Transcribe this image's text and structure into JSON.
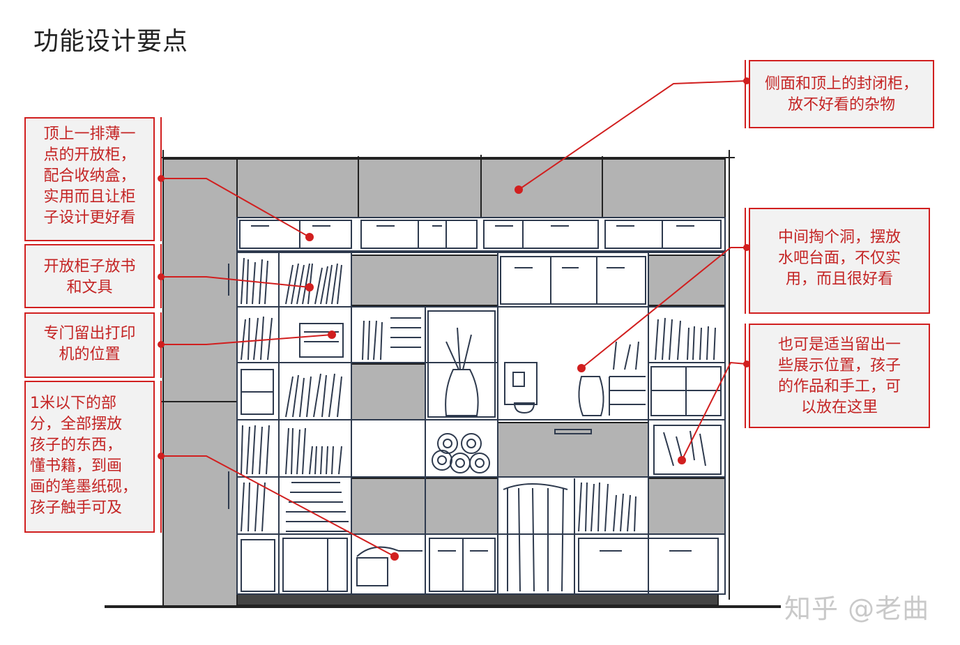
{
  "title": "功能设计要点",
  "annotations": [
    {
      "id": "top-open-cabinet",
      "lines": [
        "顶上一排薄一",
        "点的开放柜，",
        "配合收纳盒，",
        "实用而且让柜",
        "子设计更好看"
      ]
    },
    {
      "id": "open-bookshelf",
      "lines": [
        "开放柜子放书",
        "和文具"
      ]
    },
    {
      "id": "printer-spot",
      "lines": [
        "专门留出打印",
        "机的位置"
      ]
    },
    {
      "id": "kids-zone",
      "lines": [
        "1米以下的部",
        "分，全部摆放",
        "孩子的东西，",
        "懂书籍，到画",
        "画的笔墨纸砚，",
        "孩子触手可及"
      ]
    },
    {
      "id": "closed-cabinet",
      "lines": [
        "侧面和顶上的封闭柜，",
        "放不好看的杂物"
      ]
    },
    {
      "id": "water-bar",
      "lines": [
        "中间掏个洞，摆放",
        "水吧台面，不仅实",
        "用，而且很好看"
      ]
    },
    {
      "id": "display-area",
      "lines": [
        "也可是适当留出一",
        "些展示位置，孩子",
        "的作品和手工，可",
        "以放在这里"
      ]
    }
  ],
  "watermark": "知乎 @老曲",
  "colors": {
    "accent": "#d11f1f",
    "text": "#c42424",
    "panel": "#b3b3b3",
    "sketch": "#2e3a4e",
    "box_bg": "#f2f2f2"
  }
}
